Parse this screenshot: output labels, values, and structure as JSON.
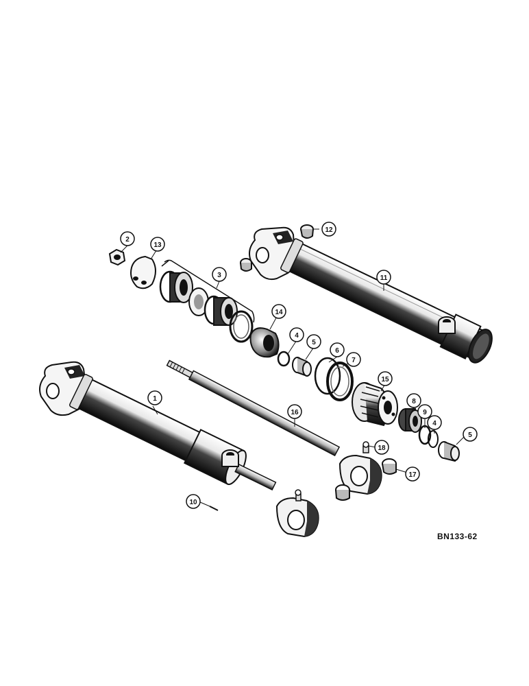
{
  "drawing_code": "BN133-62",
  "callouts": [
    {
      "label": "1"
    },
    {
      "label": "2"
    },
    {
      "label": "3"
    },
    {
      "label": "4"
    },
    {
      "label": "4"
    },
    {
      "label": "5"
    },
    {
      "label": "5"
    },
    {
      "label": "6"
    },
    {
      "label": "7"
    },
    {
      "label": "8"
    },
    {
      "label": "9"
    },
    {
      "label": "10"
    },
    {
      "label": "11"
    },
    {
      "label": "12"
    },
    {
      "label": "13"
    },
    {
      "label": "14"
    },
    {
      "label": "15"
    },
    {
      "label": "16"
    },
    {
      "label": "17"
    },
    {
      "label": "18"
    }
  ]
}
